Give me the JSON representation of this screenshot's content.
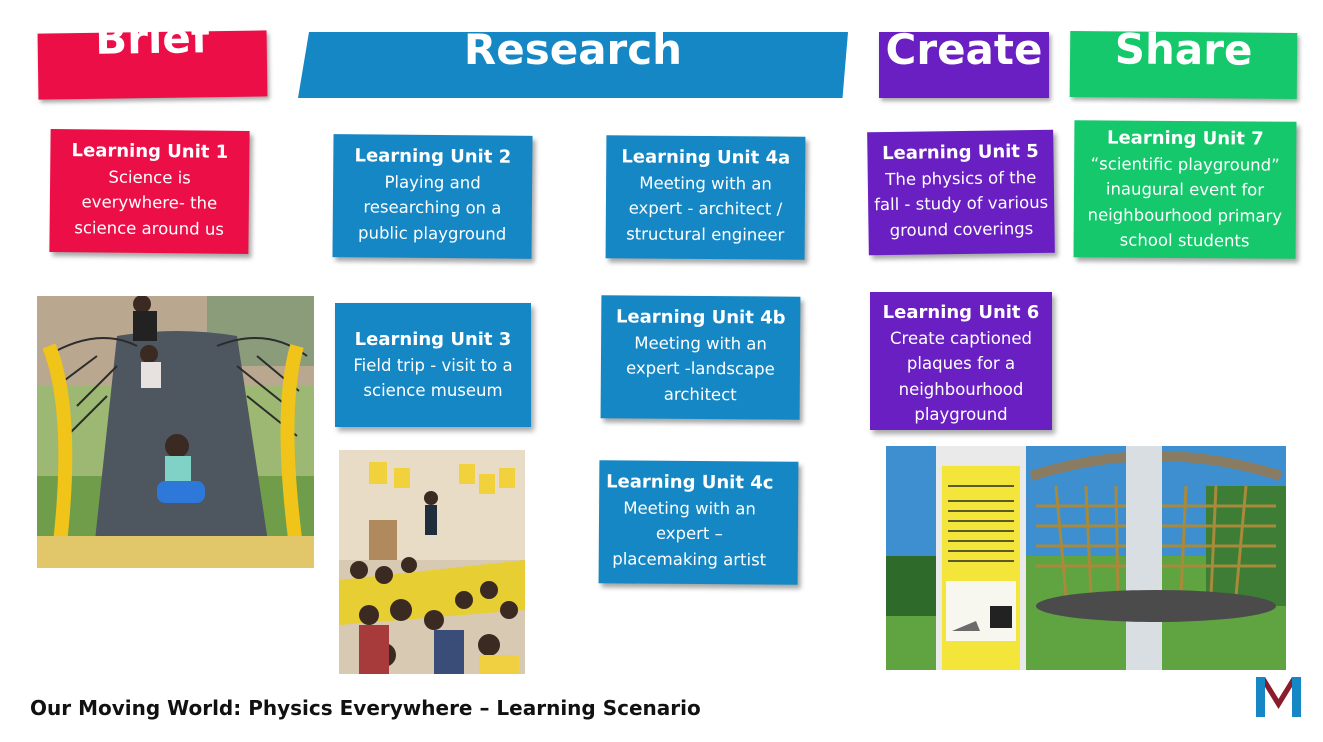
{
  "phases": {
    "brief": "Brief",
    "research": "Research",
    "create": "Create",
    "share": "Share"
  },
  "units": {
    "u1": {
      "title": "Learning Unit 1",
      "lines": [
        "Science is",
        "everywhere- the",
        "science around us"
      ]
    },
    "u2": {
      "title": "Learning Unit 2",
      "lines": [
        "Playing and",
        "researching on a",
        "public playground"
      ]
    },
    "u3": {
      "title": "Learning Unit 3",
      "lines": [
        "Field trip - visit to a",
        "science museum"
      ]
    },
    "u4a": {
      "title": "Learning Unit 4a",
      "lines": [
        "Meeting with an",
        "expert - architect /",
        "structural engineer"
      ]
    },
    "u4b": {
      "title": "Learning Unit 4b",
      "lines": [
        "Meeting with an",
        "expert -landscape",
        "architect"
      ]
    },
    "u4c": {
      "title": "Learning Unit 4c",
      "lines": [
        "Meeting with an",
        "expert –",
        "placemaking artist"
      ]
    },
    "u5": {
      "title": "Learning Unit 5",
      "lines": [
        "The physics of the",
        "fall - study of various",
        "ground coverings"
      ]
    },
    "u6": {
      "title": "Learning Unit 6",
      "lines": [
        "Create captioned",
        "plaques for a",
        "neighbourhood",
        "playground"
      ]
    },
    "u7": {
      "title": "Learning Unit 7",
      "lines": [
        "“scientific playground”",
        "inaugural event for",
        "neighbourhood primary",
        "school students"
      ]
    }
  },
  "footer": "Our Moving World: Physics Everywhere – Learning Scenario",
  "colors": {
    "brief": "#ec0f47",
    "research": "#1587c5",
    "create": "#6a1fc2",
    "share": "#14c86b"
  }
}
